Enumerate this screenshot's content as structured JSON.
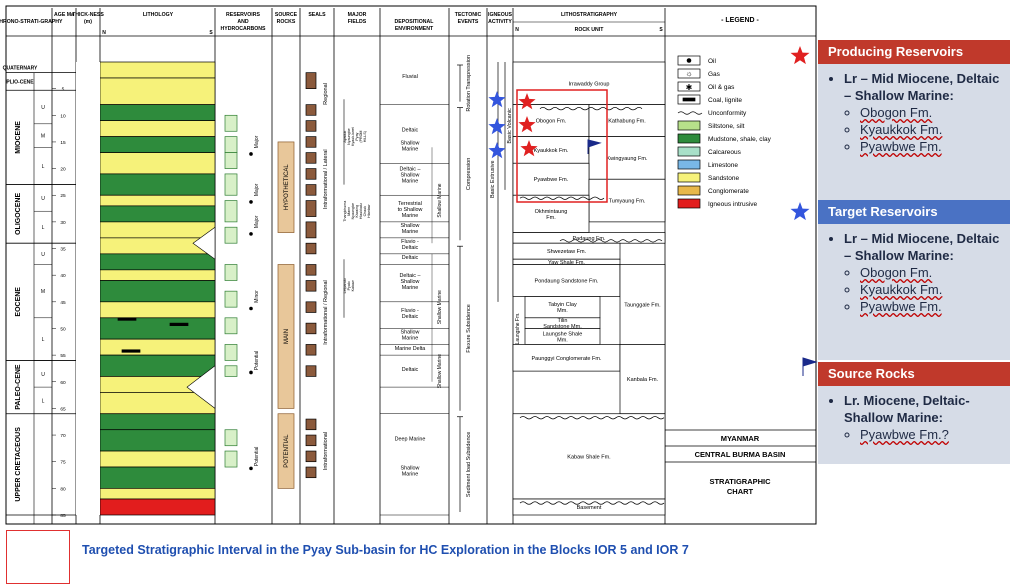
{
  "columns": {
    "chrono": "CHRONO-STRATI-GRAPHY",
    "age": "AGE Ma",
    "thick": "THICK-NESS (m)",
    "litho": "LITHOLOGY",
    "res": "RESERVOIRS AND HYDROCARBONS",
    "src": "SOURCE ROCKS",
    "seals": "SEALS",
    "fields": "MAJOR FIELDS",
    "dep": "DEPOSITIONAL ENVIRONMENT",
    "tect": "TECTONIC EVENTS",
    "ign": "IGNEOUS ACTIVITY",
    "lstrat": "LITHOSTRATIGRAPHY",
    "rockunit": "ROCK UNIT",
    "legend": "- LEGEND -",
    "n": "N",
    "s": "S"
  },
  "epochs": [
    "QUATERNARY",
    "PLIO-CENE",
    "MIOCENE",
    "OLIGOCENE",
    "EOCENE",
    "PALEO-CENE",
    "UPPER CRETACEOUS"
  ],
  "subdiv": [
    "U",
    "M",
    "L",
    "U",
    "L",
    "U",
    "M",
    "L",
    "U",
    "L"
  ],
  "ages": [
    "5",
    "10",
    "15",
    "20",
    "25",
    "30",
    "35",
    "40",
    "45",
    "50",
    "55",
    "60",
    "65",
    "70",
    "75",
    "80",
    "85"
  ],
  "reservoirs": [
    "Major",
    "Major",
    "Major",
    "Minor",
    "Potential",
    "Potential"
  ],
  "source_rocks": [
    "HYPOTHETICAL",
    "MAIN",
    "POTENTIAL"
  ],
  "seals": [
    "Regional",
    "Intraformational / Lateral",
    "Intraformational / Regional",
    "Intraformational"
  ],
  "fields": [
    "Ayaduk Nyaungbe Kyauk-kwet Pyay (PROM HILLS)",
    "Thangkhuma Mann Nyaungbe Kiwaing Hlaukkalu Chauk Htantaw",
    "Letpando Pyalo Kabaw"
  ],
  "depositional": [
    "Fluvial",
    "Deltaic",
    "Shallow Marine",
    "Deltaic – Shallow Marine",
    "Terrestrial to Shallow Marine",
    "Shallow Marine",
    "Fluvio - Deltaic",
    "Deltaic",
    "Deltaic – Shallow Marine",
    "Fluvio - Deltaic",
    "Shallow Marine",
    "Marine Delta",
    "Deltaic",
    "Deep Marine",
    "Shallow Marine"
  ],
  "dep_side": [
    "Shallow Marine",
    "Shallow Marine",
    "Shallow Marine"
  ],
  "tectonic": [
    "Rotation Transpression",
    "Compression",
    "Flexure Subsidence",
    "Sediment load Subsidence"
  ],
  "igneous": [
    "Basic Volcanic",
    "Basic Extrusive"
  ],
  "rock_units": [
    "Irrawaddy Group",
    "Obogon Fm.",
    "Kathabung Fm.",
    "Kyaukkok Fm.",
    "Kwingyaung Fm.",
    "Pyawbwe Fm.",
    "Tumyaung Fm.",
    "Okhmintaung Fm.",
    "Padaung Fm.",
    "Shwezetaw Fm.",
    "Yaw Shale Fm.",
    "Pondaung Sandstone Fm.",
    "Taunggale Fm.",
    "Tabyin Clay Mm.",
    "Tilin Sandstone Mm.",
    "Laungshe Shale Mm.",
    "Laungshe Fm.",
    "Paunggyi Conglomerate Fm.",
    "Kanbala Fm.",
    "Kabaw Shale Fm.",
    "Basement"
  ],
  "legend": [
    "Oil",
    "Gas",
    "Oil & gas",
    "Coal, lignite",
    "Unconformity",
    "Siltstone, silt",
    "Mudstone, shale, clay",
    "Calcareous",
    "Limestone",
    "Sandstone",
    "Conglomerate",
    "Igneous intrusive"
  ],
  "region": [
    "MYANMAR",
    "CENTRAL BURMA BASIN",
    "STRATIGRAPHIC CHART"
  ],
  "panels": {
    "producing_title": "Producing Reservoirs",
    "target_title": "Target Reservoirs",
    "source_title": "Source Rocks",
    "p_main": "Lr – Mid Miocene, Deltaic – Shallow Marine:",
    "p_items": [
      "Obogon Fm.",
      "Kyaukkok Fm.",
      "Pyawbwe Fm."
    ],
    "t_main": "Lr – Mid Miocene, Deltaic – Shallow Marine:",
    "t_items": [
      "Obogon Fm.",
      "Kyaukkok Fm.",
      "Pyawbwe Fm."
    ],
    "s_main": "Lr. Miocene, Deltaic-Shallow Marine:",
    "s_items": [
      "Pyawbwe Fm.?"
    ]
  },
  "footer": "Targeted Stratigraphic Interval in the Pyay Sub-basin for HC Exploration in the Blocks IOR 5 and IOR 7",
  "colors": {
    "producing": "#c0392b",
    "target": "#4a72c4",
    "source": "#c0392b",
    "green": "#2e8b3c",
    "yellow": "#f6f27a",
    "red": "#e21d1d"
  }
}
